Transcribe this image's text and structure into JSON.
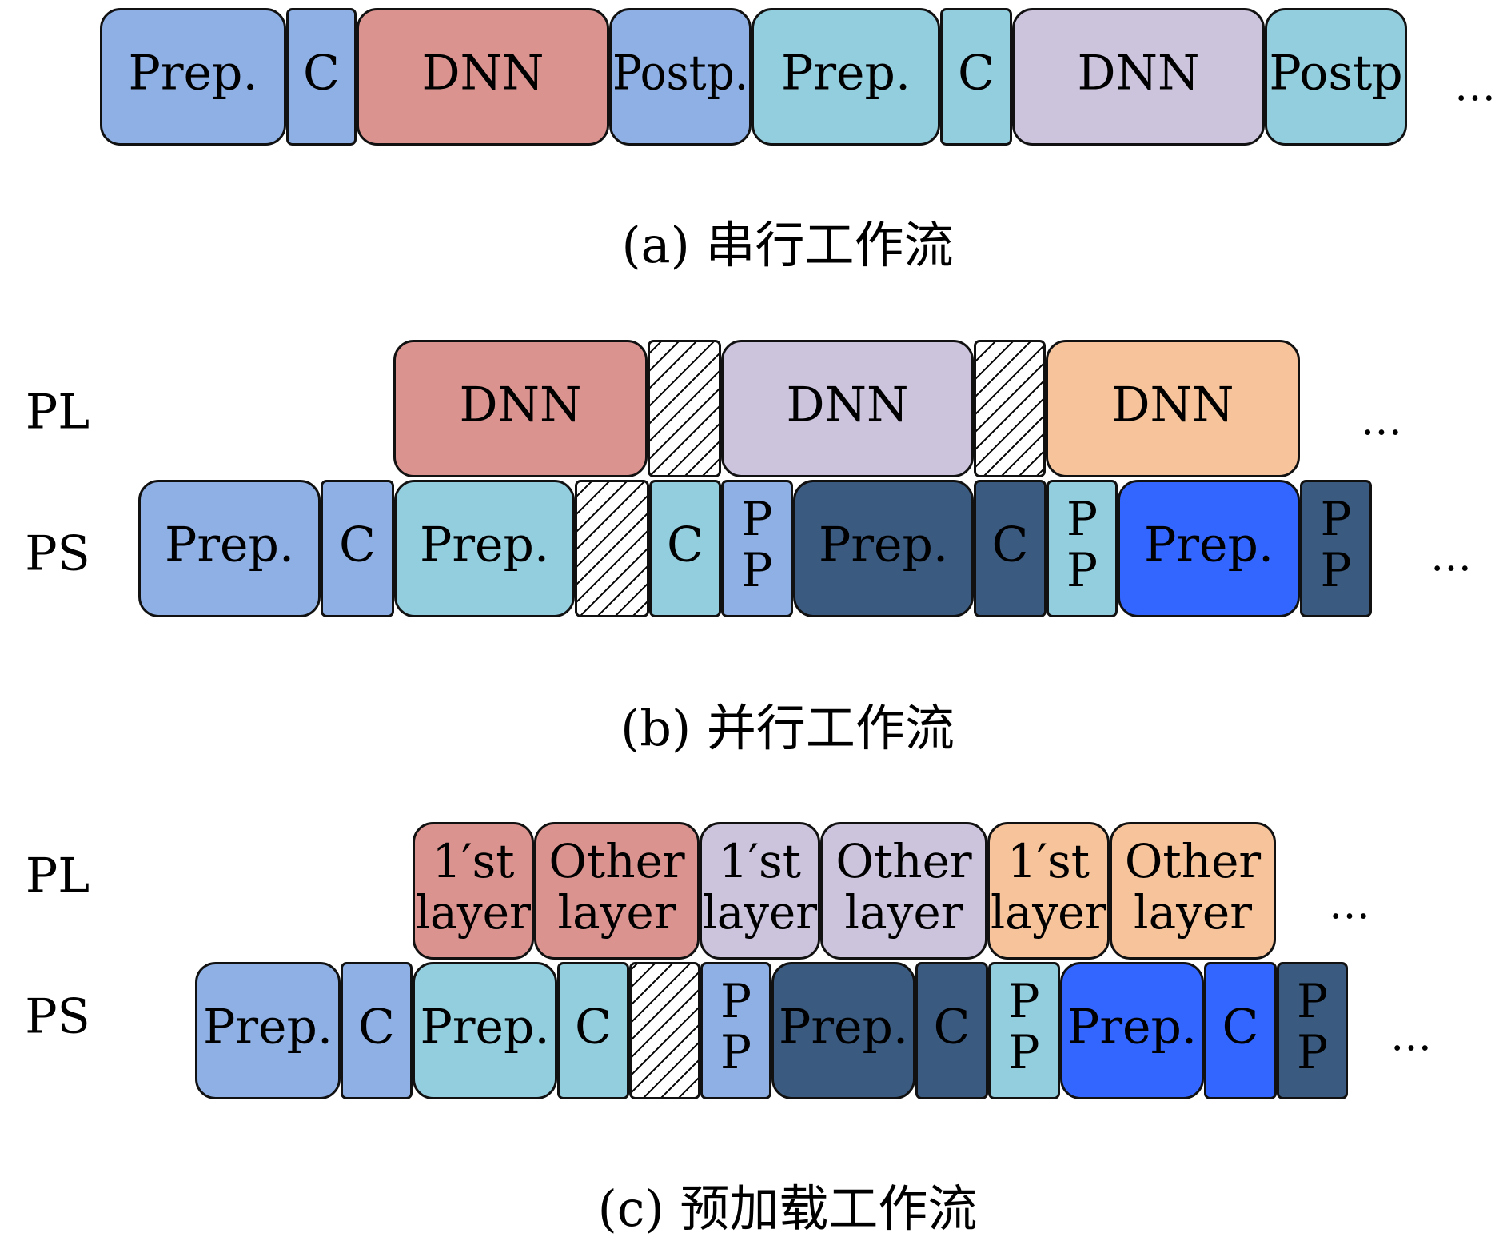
{
  "diagrams": [
    {
      "caption": "(a) 串行工作流",
      "rows": [
        {
          "label": "",
          "blocks": [
            {
              "text": [
                "Prep."
              ],
              "color": "#8EB0E5",
              "kind": "rounded"
            },
            {
              "text": [
                "C"
              ],
              "color": "#8EB0E5",
              "kind": "rect"
            },
            {
              "text": [
                "DNN"
              ],
              "color": "#DB9390",
              "kind": "rounded"
            },
            {
              "text": [
                "Postp."
              ],
              "color": "#8EB0E5",
              "kind": "rounded"
            },
            {
              "text": [
                "Prep."
              ],
              "color": "#93CEDE",
              "kind": "rounded"
            },
            {
              "text": [
                "C"
              ],
              "color": "#93CEDE",
              "kind": "rect"
            },
            {
              "text": [
                "DNN"
              ],
              "color": "#CCC3DC",
              "kind": "rounded"
            },
            {
              "text": [
                "Postp"
              ],
              "color": "#93CEDE",
              "kind": "rounded"
            }
          ],
          "ellipsis": "…"
        }
      ]
    },
    {
      "caption": "(b) 并行工作流",
      "rows": [
        {
          "label": "PL",
          "blocks": [
            {
              "text": [
                "DNN"
              ],
              "color": "#DB9390",
              "kind": "rounded"
            },
            {
              "text": [],
              "color": "#ffffff",
              "kind": "hatch"
            },
            {
              "text": [
                "DNN"
              ],
              "color": "#CCC3DC",
              "kind": "rounded"
            },
            {
              "text": [],
              "color": "#ffffff",
              "kind": "hatch"
            },
            {
              "text": [
                "DNN"
              ],
              "color": "#F7C39A",
              "kind": "rounded"
            }
          ],
          "ellipsis": "…"
        },
        {
          "label": "PS",
          "blocks": [
            {
              "text": [
                "Prep."
              ],
              "color": "#8EB0E5",
              "kind": "rounded"
            },
            {
              "text": [
                "C"
              ],
              "color": "#8EB0E5",
              "kind": "rect"
            },
            {
              "text": [
                "Prep."
              ],
              "color": "#93CEDE",
              "kind": "rounded"
            },
            {
              "text": [],
              "color": "#ffffff",
              "kind": "hatch"
            },
            {
              "text": [
                "C"
              ],
              "color": "#93CEDE",
              "kind": "rect"
            },
            {
              "text": [
                "P",
                "P"
              ],
              "color": "#8EB0E5",
              "kind": "rect"
            },
            {
              "text": [
                "Prep."
              ],
              "color": "#3A5A80",
              "kind": "rounded"
            },
            {
              "text": [
                "C"
              ],
              "color": "#3A5A80",
              "kind": "rect"
            },
            {
              "text": [
                "P",
                "P"
              ],
              "color": "#93CEDE",
              "kind": "rect"
            },
            {
              "text": [
                "Prep."
              ],
              "color": "#3366FF",
              "kind": "rounded"
            },
            {
              "text": [
                "P",
                "P"
              ],
              "color": "#3A5A80",
              "kind": "rect"
            }
          ],
          "ellipsis": "…"
        }
      ]
    },
    {
      "caption": "(c) 预加载工作流",
      "rows": [
        {
          "label": "PL",
          "blocks": [
            {
              "text": [
                "1′st",
                "layer"
              ],
              "color": "#DB9390",
              "kind": "rounded"
            },
            {
              "text": [
                "Other",
                "layer"
              ],
              "color": "#DB9390",
              "kind": "rounded"
            },
            {
              "text": [
                "1′st",
                "layer"
              ],
              "color": "#CCC3DC",
              "kind": "rounded"
            },
            {
              "text": [
                "Other",
                "layer"
              ],
              "color": "#CCC3DC",
              "kind": "rounded"
            },
            {
              "text": [
                "1′st",
                "layer"
              ],
              "color": "#F7C39A",
              "kind": "rounded"
            },
            {
              "text": [
                "Other",
                "layer"
              ],
              "color": "#F7C39A",
              "kind": "rounded"
            }
          ],
          "ellipsis": "…"
        },
        {
          "label": "PS",
          "blocks": [
            {
              "text": [
                "Prep."
              ],
              "color": "#8EB0E5",
              "kind": "rounded"
            },
            {
              "text": [
                "C"
              ],
              "color": "#8EB0E5",
              "kind": "rect"
            },
            {
              "text": [
                "Prep."
              ],
              "color": "#93CEDE",
              "kind": "rounded"
            },
            {
              "text": [
                "C"
              ],
              "color": "#93CEDE",
              "kind": "rect"
            },
            {
              "text": [],
              "color": "#ffffff",
              "kind": "hatch"
            },
            {
              "text": [
                "P",
                "P"
              ],
              "color": "#8EB0E5",
              "kind": "rect"
            },
            {
              "text": [
                "Prep."
              ],
              "color": "#3A5A80",
              "kind": "rounded"
            },
            {
              "text": [
                "C"
              ],
              "color": "#3A5A80",
              "kind": "rect"
            },
            {
              "text": [
                "P",
                "P"
              ],
              "color": "#93CEDE",
              "kind": "rect"
            },
            {
              "text": [
                "Prep."
              ],
              "color": "#3366FF",
              "kind": "rounded"
            },
            {
              "text": [
                "C"
              ],
              "color": "#3366FF",
              "kind": "rect"
            },
            {
              "text": [
                "P",
                "P"
              ],
              "color": "#3A5A80",
              "kind": "rect"
            }
          ],
          "ellipsis": "…"
        }
      ]
    }
  ]
}
